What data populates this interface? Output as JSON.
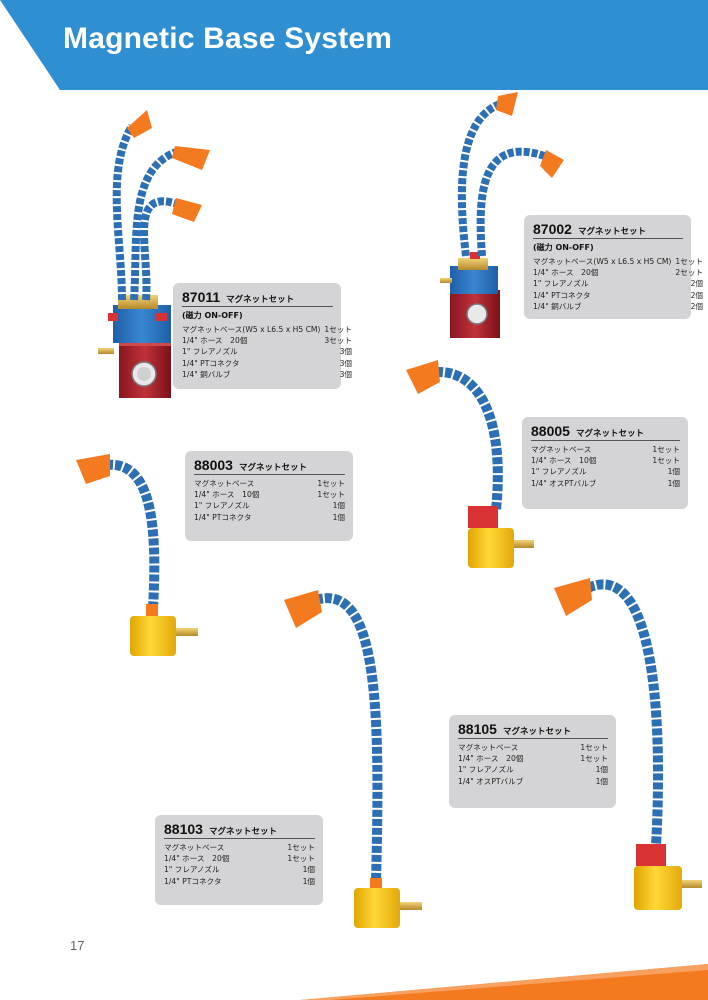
{
  "header": {
    "title": "Magnetic Base System"
  },
  "page_number": "17",
  "colors": {
    "accent_blue": "#2f8fd0",
    "accent_orange": "#f47a20",
    "card_bg": "#d4d4d6",
    "hose_blue": "#2d6fb4",
    "base_yellow": "#f4c21a"
  },
  "products": [
    {
      "code": "87011",
      "name": "マグネットセット",
      "subtitle": "(磁力 ON-OFF)",
      "rows": [
        {
          "item": "マグネットベース(W5 x L6.5 x H5 CM)",
          "qty": "1セット"
        },
        {
          "item": "1/4\" ホース　20個",
          "qty": "3セット"
        },
        {
          "item": "1\" フレアノズル",
          "qty": "3個"
        },
        {
          "item": "1/4\" PTコネクタ",
          "qty": "3個"
        },
        {
          "item": "1/4\" 銅バルブ",
          "qty": "3個"
        }
      ]
    },
    {
      "code": "87002",
      "name": "マグネットセット",
      "subtitle": "(磁力 ON-OFF)",
      "rows": [
        {
          "item": "マグネットベース(W5 x L6.5 x H5 CM)",
          "qty": "1セット"
        },
        {
          "item": "1/4\" ホース　20個",
          "qty": "2セット"
        },
        {
          "item": "1\" フレアノズル",
          "qty": "2個"
        },
        {
          "item": "1/4\" PTコネクタ",
          "qty": "2個"
        },
        {
          "item": "1/4\" 銅バルブ",
          "qty": "2個"
        }
      ]
    },
    {
      "code": "88005",
      "name": "マグネットセット",
      "rows": [
        {
          "item": "マグネットベース",
          "qty": "1セット"
        },
        {
          "item": "1/4\" ホース　10個",
          "qty": "1セット"
        },
        {
          "item": "1\" フレアノズル",
          "qty": "1個"
        },
        {
          "item": "1/4\" オスPTバルブ",
          "qty": "1個"
        }
      ]
    },
    {
      "code": "88003",
      "name": "マグネットセット",
      "rows": [
        {
          "item": "マグネットベース",
          "qty": "1セット"
        },
        {
          "item": "1/4\" ホース　10個",
          "qty": "1セット"
        },
        {
          "item": "1\" フレアノズル",
          "qty": "1個"
        },
        {
          "item": "1/4\" PTコネクタ",
          "qty": "1個"
        }
      ]
    },
    {
      "code": "88105",
      "name": "マグネットセット",
      "rows": [
        {
          "item": "マグネットベース",
          "qty": "1セット"
        },
        {
          "item": "1/4\" ホース　20個",
          "qty": "1セット"
        },
        {
          "item": "1\" フレアノズル",
          "qty": "1個"
        },
        {
          "item": "1/4\" オスPTバルブ",
          "qty": "1個"
        }
      ]
    },
    {
      "code": "88103",
      "name": "マグネットセット",
      "rows": [
        {
          "item": "マグネットベース",
          "qty": "1セット"
        },
        {
          "item": "1/4\" ホース　20個",
          "qty": "1セット"
        },
        {
          "item": "1\" フレアノズル",
          "qty": "1個"
        },
        {
          "item": "1/4\" PTコネクタ",
          "qty": "1個"
        }
      ]
    }
  ]
}
